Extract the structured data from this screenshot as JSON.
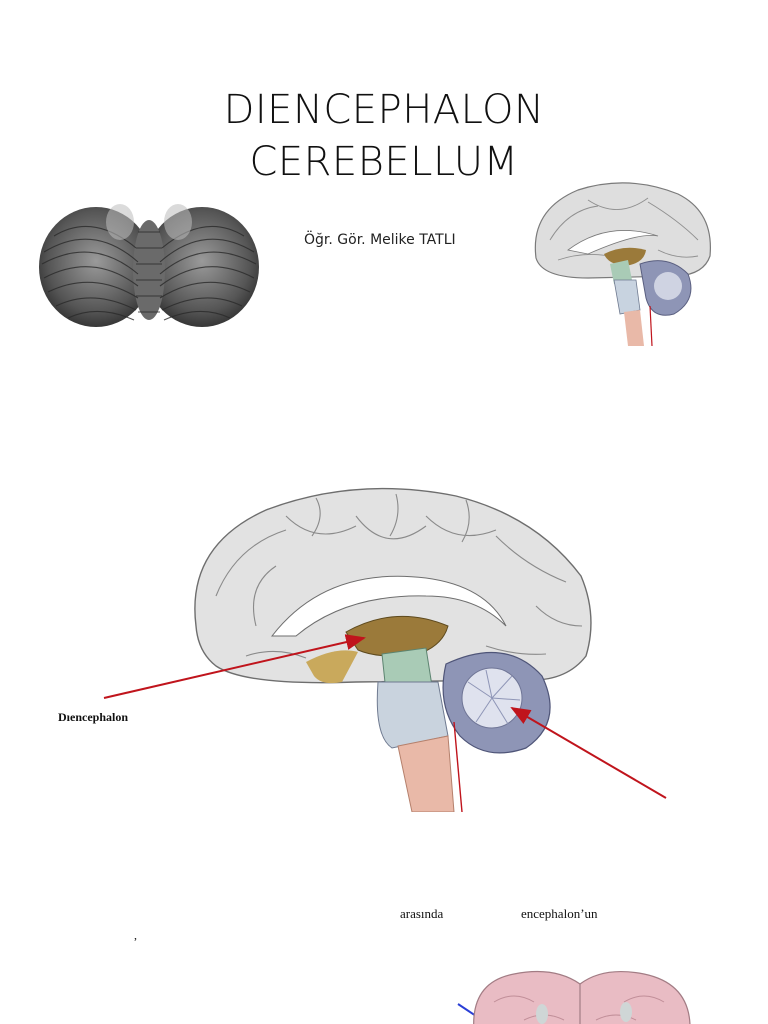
{
  "slide": {
    "title_line1": "DIENCEPHALON",
    "title_line2": "CEREBELLUM",
    "author": "Öğr. Gör. Melike TATLI"
  },
  "figure": {
    "label_diencephalon": "Dıencephalon"
  },
  "text_fragments": {
    "arasinda": "arasında",
    "encephalon": "encephalon’un",
    "comma": ","
  },
  "colors": {
    "arrow_red": "#c0141c",
    "arrow_blue": "#2a3fd6",
    "diencephalon_brown": "#9b7a3a",
    "brainstem_green": "#a9cbb6",
    "cerebellum_blue": "#8e95b6",
    "spinal_pink": "#e9b9a8",
    "cortex_gray": "#d9d9d9",
    "pink_section": "#e9bcc4"
  }
}
